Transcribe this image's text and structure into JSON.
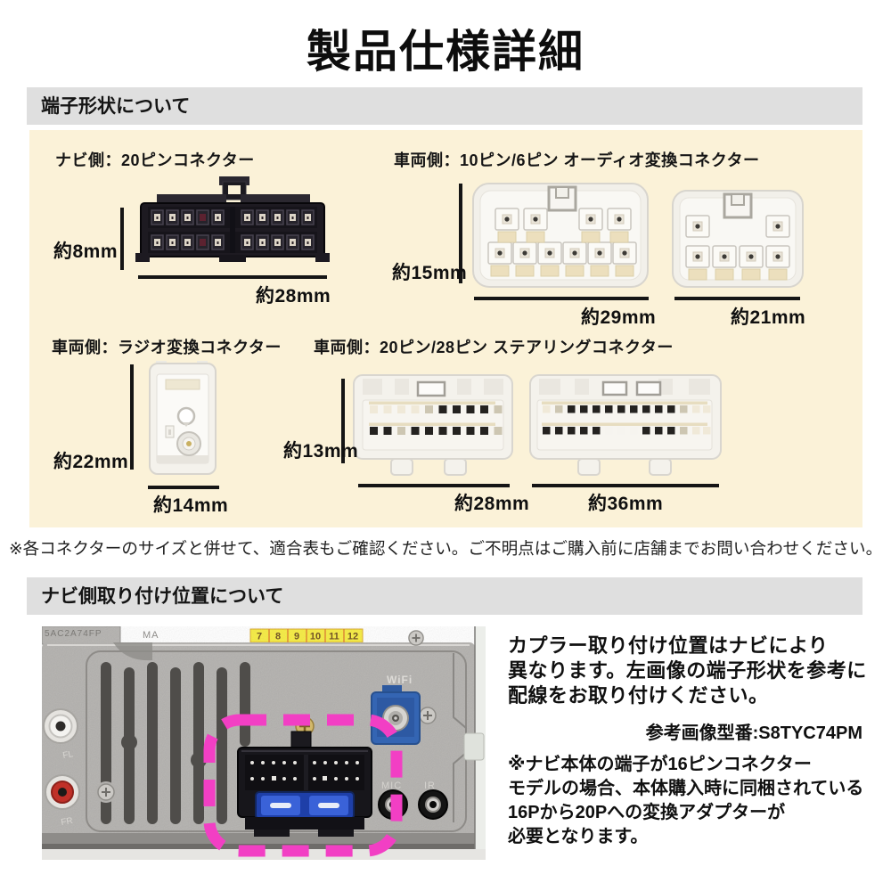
{
  "page_title": "製品仕様詳細",
  "terminal_section": {
    "header": "端子形状について",
    "navi_connector": {
      "label": "ナビ側：20ピンコネクター",
      "height": "約8mm",
      "width": "約28mm"
    },
    "audio_connector": {
      "label": "車両側：10ピン/6ピン オーディオ変換コネクター",
      "height": "約15mm",
      "width_10pin": "約29mm",
      "width_6pin": "約21mm"
    },
    "radio_connector": {
      "label": "車両側：ラジオ変換コネクター",
      "height": "約22mm",
      "width": "約14mm"
    },
    "steering_connector": {
      "label": "車両側：20ピン/28ピン ステアリングコネクター",
      "height": "約13mm",
      "width_20pin": "約28mm",
      "width_28pin": "約36mm"
    },
    "note": "※各コネクターのサイズと併せて、適合表もご確認ください。ご不明点はご購入前に店舗までお問い合わせください。"
  },
  "mounting_section": {
    "header": "ナビ側取り付け位置について",
    "description": "カプラー取り付け位置はナビにより\n異なります。左画像の端子形状を参考に\n配線をお取り付けください。",
    "reference_model": "参考画像型番:S8TYC74PM",
    "note": "※ナビ本体の端子が16ピンコネクター\nモデルの場合、本体購入時に同梱されている\n16Pから20Pへの変換アダプターが\n必要となります。"
  },
  "photo_labels": {
    "stencil_text": "5AC2A74FP",
    "ma_text": "MA",
    "fuse_numbers": [
      "7",
      "8",
      "9",
      "10",
      "11",
      "12"
    ],
    "wifi": "WiFi",
    "mic": "MIC",
    "ir": "IR",
    "front_left": "FL",
    "front_right": "FR"
  },
  "colors": {
    "panel_cream": "#fbf2d8",
    "section_bar_gray": "#dfdfdf",
    "highlight_pink": "#f23fc4",
    "fakra_blue": "#3465b3",
    "fuse_blue": "#1e3fa8",
    "fuse_label_yellow": "#f6ec3d"
  }
}
